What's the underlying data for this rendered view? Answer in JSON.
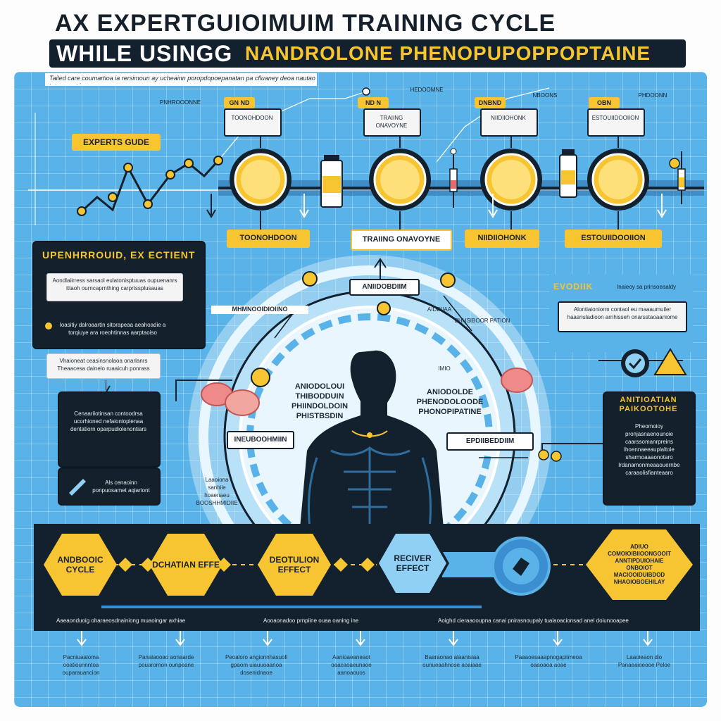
{
  "header": {
    "title_line1": "AX EXPERTGUIOIMUIM TRAINING CYCLE",
    "title_line2_prefix": "WHILE USINGG",
    "title_line2_highlight": "NANDROLONE PHENOPUPOPPOPTAINE",
    "intro_text": "Tailed care coumartioa ia rersimoun ay ucheainn poropdopoepanatan pa cfluaney deoa nautao tetoeaa ot ie"
  },
  "timeline": {
    "badge": "EXPERTS GUDE",
    "stage_labels": [
      "TOONOHDOON",
      "TRAIING ONAVOYNE",
      "NIIDIIOHONK",
      "ESTOUIIDOOIION"
    ],
    "callouts": [
      "GN ND",
      "ND N",
      "DNBND",
      "OBN"
    ],
    "week_labels": [
      "PNHROOONNE",
      "HEDOOMNE",
      "NBOONS",
      "PHDOONN"
    ]
  },
  "left_panel": {
    "heading": "UPENHRROUID, EX ECTIENT",
    "texts": [
      "Aondlaiirress sarsaol eulatonisptuuas oupuenanrs ittaoh ourncaprnthing carprtssplusauas",
      "Ioasitiy dalroaartin sitorapeaa aeahoadie a torqiuye ara roeohtinnas aarptaoiso",
      "Vhaioneat ceasinsnolaoa onarlanrs Theaacesa dainelo ruaaicuh ponrass",
      "Cenaariiotinsan contoodrsa ucorhioned nefaionioplenaa dentatiorn oparpudiolenontiars",
      "Als cenaoinn ponpuosamet aqiariont"
    ]
  },
  "right_panel": {
    "heading": "EVODIIK",
    "subtext": "Inaieoy sa prinsoeaaldy",
    "box_text": "Alontiaioniorm contaol eu maaaumuiler haasnuladioon arnhisseh onarsstaoaaniome",
    "heading2": "ANITIOATIAN PAIKOOTOHE",
    "box2_text": "Pheomoioy pronjasnaenounoie caarssomanrpreins lhoennaeeauplaltoie sharmoaaaonotaro lrdanamonmeaaouernbe caraaolisfianteaaro"
  },
  "center": {
    "tag_top": "ANIIDOBDIIM",
    "left_label": "ANIODOLOUI THIBODDUIN PHIINDOLDOIN PHISTBSDIN",
    "right_label": "ANIODOLDE PHENODOLOODE PHONOPIPATINE",
    "tag_left": "INEUBOOHMIIN",
    "tag_right": "EPDIIBEDDIIM",
    "ring_notes": [
      "MHMNOOIDIOIINO",
      "AIDDIIAA",
      "BHHSIBOOR PATION",
      "IMIO"
    ],
    "bottom_note": "Laaoiona sanhiie hoaenaeu BOOSHHMIDIIE"
  },
  "bottom_band": {
    "hexagons": [
      "ANDBOOIC CYCLE",
      "DCHATIAN EFFE",
      "DEOTULION EFFECT",
      "RECIVER EFFECT",
      "ADIUO COMOIOIBIIOONGOOIT ANNTIPDUIOHAIE ONBOIOT MACIOOIDUIBDOD NHAOIOBOEHILAY"
    ],
    "captions": [
      "Aaeaonduoig oharaeosdnainiong muaoingar axhiae",
      "Aooaonadoo prnpiine ouaa oaning ine",
      "Aoighd cieraaooupna canai pnirasnoupaly tualaoacionsad anel doiunooapee"
    ]
  },
  "footer": {
    "notes": [
      "Pacniuaaloma ooatiounnntoa ouparauancion",
      "Panaiaooao aonaarde pouarornon ounpeane",
      "Peoaloro angionnhasuoll gpaom uiauuoaanoa dosenidnaoe",
      "Aanioaeaneaot oaacaoaeunaoe aanoaouos",
      "Baaraonao alaanisiaa ounueaahnose aoaiaae",
      "Paaaoesaaapnogapiimeoa oaaoaoa aoae",
      "Laaoieaon dio Panaeaioeooe Peloe"
    ]
  },
  "colors": {
    "panel_blue": "#5ab3e8",
    "navy": "#13202e",
    "gold": "#f7c531",
    "light_blue": "#8fd0f4"
  }
}
